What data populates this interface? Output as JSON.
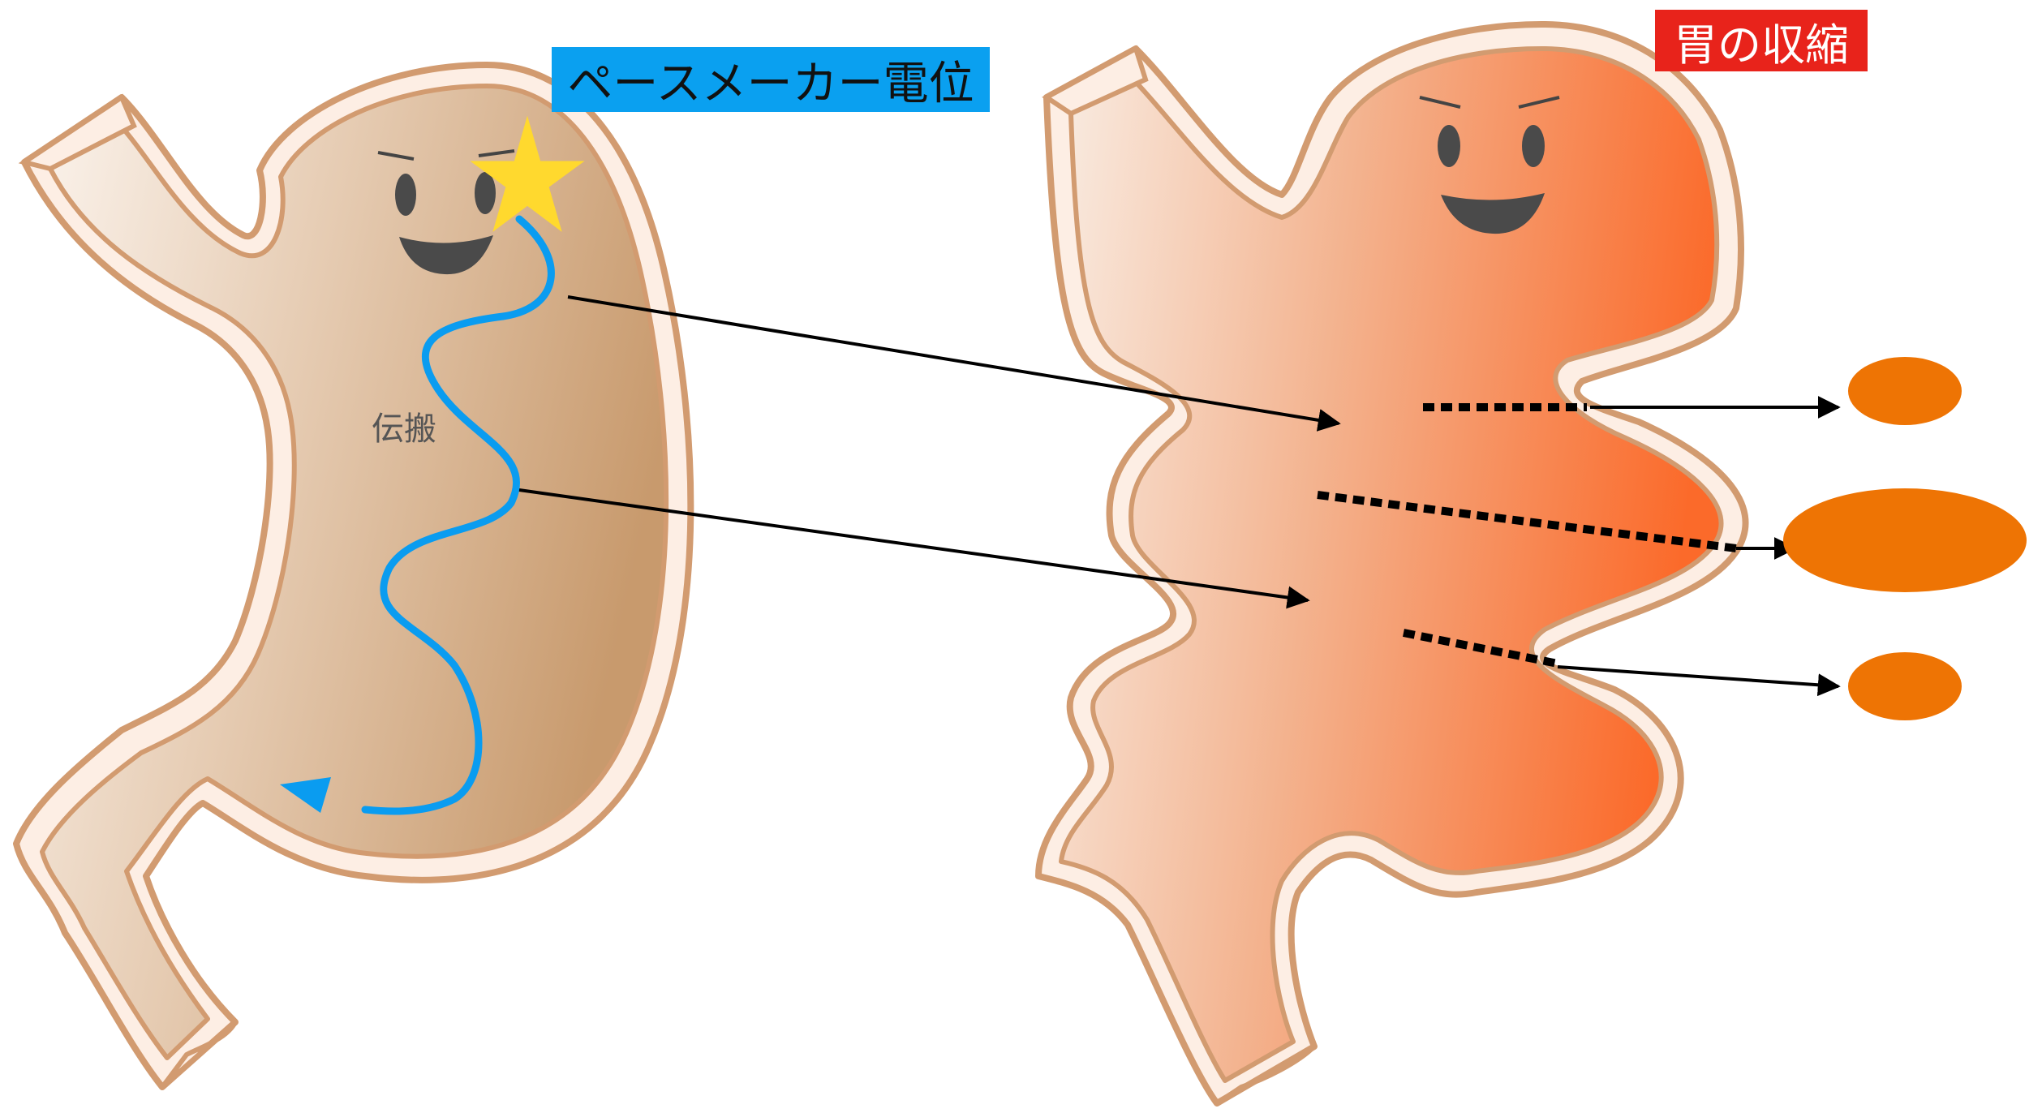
{
  "labels": {
    "pacemaker": "ペースメーカー電位",
    "contraction": "胃の収縮",
    "propagation": "伝搬"
  },
  "colors": {
    "pacemaker_bg": "#0aa0f0",
    "contraction_bg": "#e8231b",
    "propagation_wave": "#0a9cf0",
    "stomach_left_dark": "#cfa37a",
    "stomach_left_light": "#f7ebe2",
    "stomach_right_dark": "#fb7b3d",
    "stomach_right_light": "#f6dfd0",
    "wall_outline": "#d29b70",
    "wall_fill": "#fdeee4",
    "star": "#ffd92e",
    "face": "#4a4a4a",
    "ellipse": "#ee7404"
  },
  "icons": {
    "star": "star-icon"
  }
}
